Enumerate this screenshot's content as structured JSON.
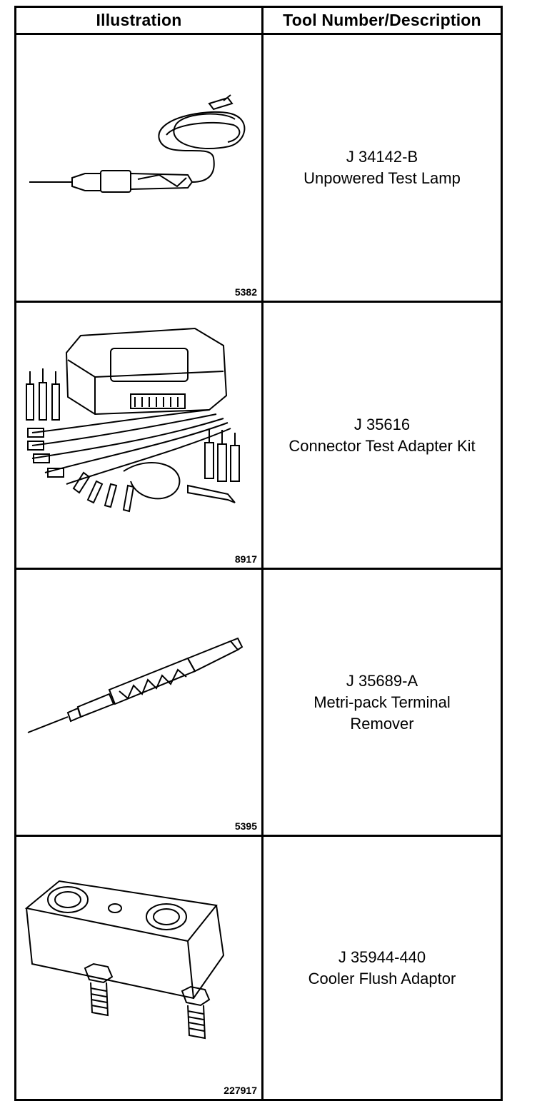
{
  "table": {
    "headers": {
      "illustration": "Illustration",
      "description": "Tool Number/Description"
    },
    "rows": [
      {
        "tool_number": "J 34142-B",
        "description": "Unpowered Test Lamp",
        "figure_number": "5382",
        "icon": "test-lamp-icon"
      },
      {
        "tool_number": "J 35616",
        "description": "Connector Test Adapter Kit",
        "figure_number": "8917",
        "icon": "adapter-kit-icon"
      },
      {
        "tool_number": "J 35689-A",
        "description": "Metri-pack Terminal Remover",
        "figure_number": "5395",
        "icon": "terminal-remover-icon"
      },
      {
        "tool_number": "J 35944-440",
        "description": "Cooler Flush Adaptor",
        "figure_number": "227917",
        "icon": "flush-adaptor-icon"
      }
    ]
  }
}
